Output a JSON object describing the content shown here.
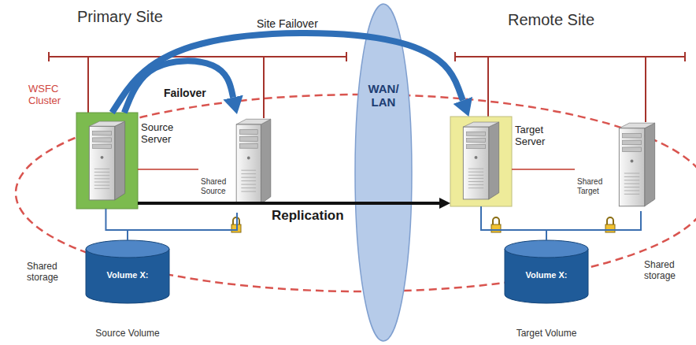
{
  "diagram": {
    "nodes": [
      {
        "text": [
          "Source Server"
        ]
      },
      {
        "text": [
          "Shared Source"
        ]
      },
      {
        "text": [
          "WAN/ LAN"
        ]
      },
      {
        "text": [
          "Target Server"
        ]
      },
      {
        "text": [
          "Shared Target"
        ]
      },
      {
        "text": [
          "Volume X:",
          "Source Volume"
        ]
      },
      {
        "text": [
          "Volume X:",
          "Target Volume"
        ]
      }
    ],
    "edges": [
      {
        "from": 0,
        "to": 1,
        "label": "Failover",
        "arrow": "to"
      },
      {
        "from": 0,
        "to": 3,
        "label": "Site Failover",
        "arrow": "to"
      },
      {
        "from": 0,
        "to": 3,
        "label": "Replication",
        "arrow": "to"
      },
      {
        "from": 0,
        "to": 1,
        "arrow": "none"
      },
      {
        "from": 3,
        "to": 4,
        "arrow": "none"
      },
      {
        "from": 0,
        "to": 5,
        "arrow": "none"
      },
      {
        "from": 1,
        "to": 5,
        "arrow": "none"
      },
      {
        "from": 3,
        "to": 6,
        "arrow": "none"
      },
      {
        "from": 4,
        "to": 6,
        "arrow": "none"
      }
    ],
    "labels": [
      "Primary Site",
      "Remote Site",
      "WSFC Cluster",
      "Shared storage",
      "Shared storage"
    ]
  }
}
